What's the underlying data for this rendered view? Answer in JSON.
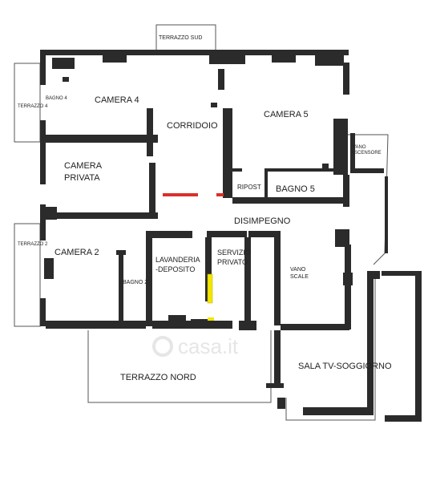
{
  "rooms": {
    "terrazzo_sud": "TERRAZZO SUD",
    "bagno_4": "BAGNO 4",
    "terrazzo_4": "TERRAZZO 4",
    "camera_4": "CAMERA 4",
    "corridoio": "CORRIDOIO",
    "camera_5": "CAMERA 5",
    "vano_ascensore_1": "VANO",
    "vano_ascensore_2": "ASCENSORE",
    "camera_privata_1": "CAMERA",
    "camera_privata_2": "PRIVATA",
    "ripost": "RIPOST",
    "bagno_5": "BAGNO 5",
    "disimpegno": "DISIMPEGNO",
    "terrazzo_2": "TERRAZZO 2",
    "camera_2": "CAMERA 2",
    "lavanderia_1": "LAVANDERIA",
    "lavanderia_2": "-DEPOSITO",
    "servizio_1": "SERVIZIO",
    "servizio_2": "PRIVATO",
    "vano_scale_1": "VANO",
    "vano_scale_2": "SCALE",
    "bagno_2": "BAGNO 2",
    "terrazzo_nord": "TERRAZZO NORD",
    "sala_tv": "SALA TV-SOGGIORNO"
  },
  "watermark": "casa.it",
  "colors": {
    "wall": "#2b2b2b",
    "marker_red": "#d9302c",
    "marker_yellow": "#f2e600",
    "watermark": "#e6e6e6"
  }
}
